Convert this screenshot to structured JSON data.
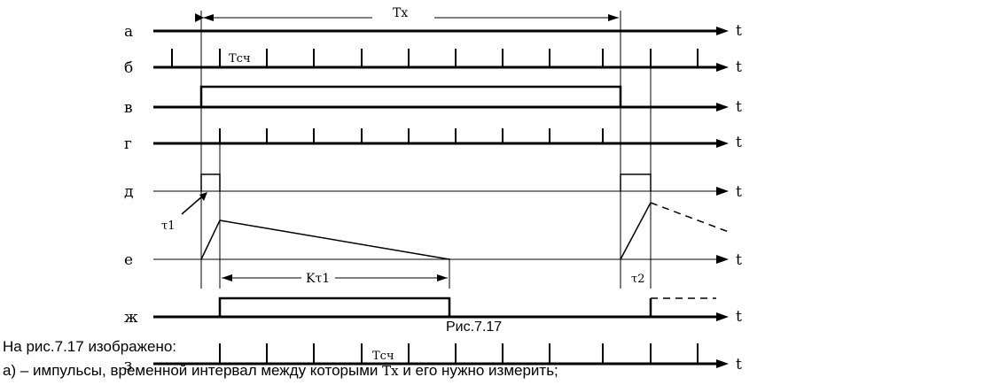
{
  "figure": {
    "row_labels": [
      "а",
      "б",
      "в",
      "г",
      "д",
      "е",
      "ж",
      "з"
    ],
    "axis_label": "t",
    "Tx_label": "Tx",
    "Tsch_label_b": "Tсч",
    "Tsch_label_z": "Tсч",
    "tau1_label": "τ1",
    "ktau1_label": "Kτ1",
    "tau2_label": "τ2",
    "caption": "Рис.7.17"
  },
  "text": {
    "line1": "На рис.7.17 изображено:",
    "line2_prefix": "а) – импульсы, временной интервал между которыми ",
    "line2_tx": "Tx",
    "line2_suffix": " и его нужно измерить;"
  }
}
